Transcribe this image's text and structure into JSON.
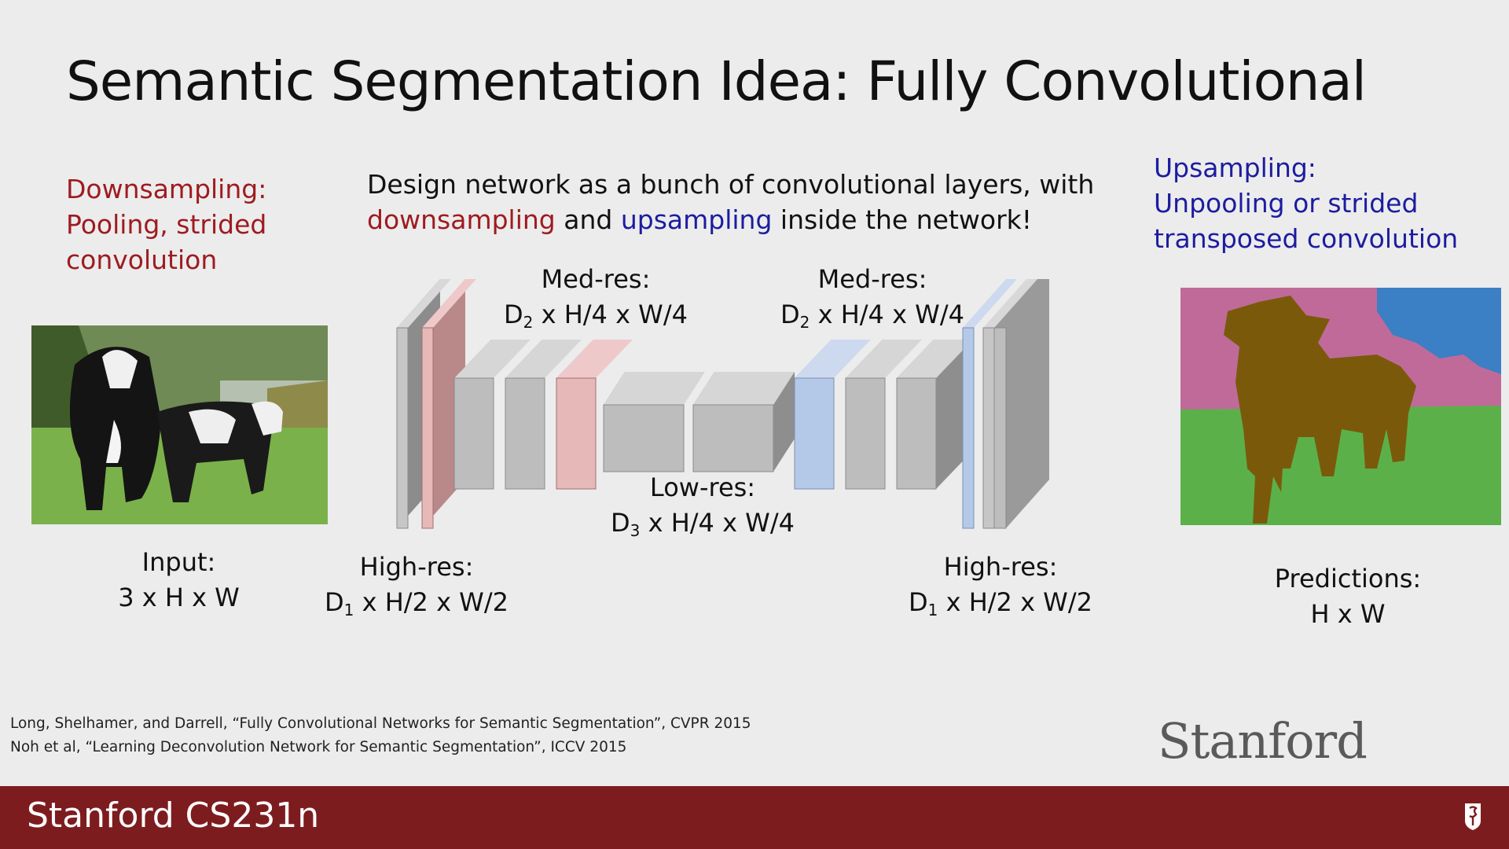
{
  "slide": {
    "title": "Semantic Segmentation Idea: Fully Convolutional",
    "downsampling_note": [
      "Downsampling:",
      "Pooling, strided",
      "convolution"
    ],
    "upsampling_note": [
      "Upsampling:",
      "Unpooling or strided",
      "transposed convolution"
    ],
    "description": {
      "line1": "Design network as a bunch of convolutional layers, with",
      "word_down": "downsampling",
      "word_and": " and ",
      "word_up": "upsampling",
      "tail": " inside the network!"
    },
    "input_label": {
      "line1": "Input:",
      "line2": "3 x H x W"
    },
    "predictions_label": {
      "line1": "Predictions:",
      "line2": "H x W"
    },
    "high_res_left": {
      "line1": "High-res:",
      "d": "D",
      "sub": "1",
      "rest": " x H/2 x W/2"
    },
    "high_res_right": {
      "line1": "High-res:",
      "d": "D",
      "sub": "1",
      "rest": " x H/2 x W/2"
    },
    "med_res_left": {
      "line1": "Med-res:",
      "d": "D",
      "sub": "2",
      "rest": " x H/4 x W/4"
    },
    "med_res_right": {
      "line1": "Med-res:",
      "d": "D",
      "sub": "2",
      "rest": " x H/4 x W/4"
    },
    "low_res": {
      "line1": "Low-res:",
      "d": "D",
      "sub": "3",
      "rest": " x H/4 x W/4"
    },
    "references": [
      "Long, Shelhamer, and Darrell, “Fully Convolutional Networks for Semantic Segmentation”, CVPR 2015",
      "Noh et al, “Learning Deconvolution Network for Semantic Segmentation”, ICCV 2015"
    ],
    "logo_text": "Stanford",
    "footer_course": "Stanford CS231n"
  },
  "colors": {
    "downsample": "#9e1b20",
    "upsample": "#1c1ca0",
    "footer": "#7d1c1f",
    "layer_gray": "#bdbdbd",
    "layer_pink": "#e7b8b8",
    "layer_blue": "#b4c8e8",
    "seg_pink": "#c06a9a",
    "seg_blue": "#3b7fc4",
    "seg_green": "#5cb04a",
    "seg_brown": "#7a5a0a"
  },
  "icons": [
    "cow-photo",
    "segmentation-map",
    "stanford-seal-icon"
  ]
}
